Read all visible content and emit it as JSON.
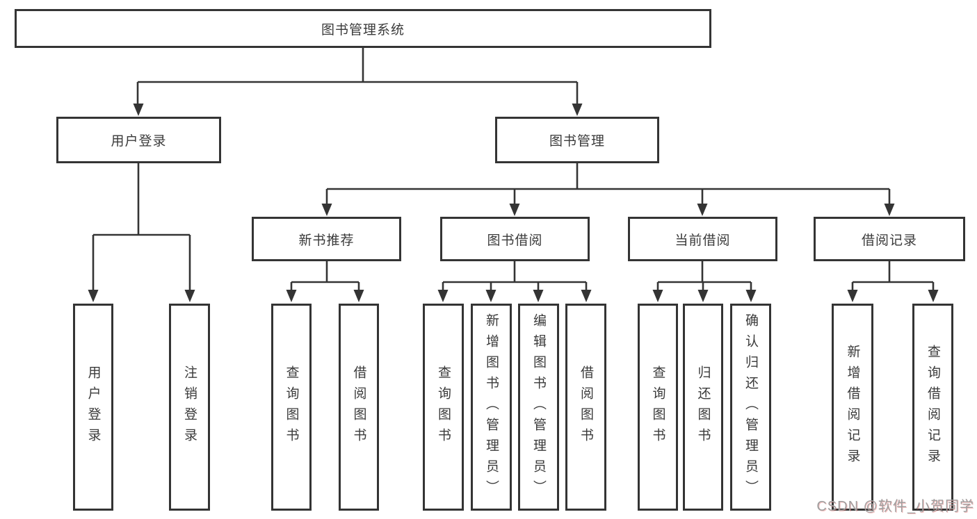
{
  "colors": {
    "line": "#343434",
    "text": "#3a3a3a",
    "watermark": "#9f9f9f"
  },
  "diagram": {
    "root": {
      "label": "图书管理系统"
    },
    "level2": [
      {
        "label": "用户登录"
      },
      {
        "label": "图书管理"
      }
    ],
    "level3": [
      {
        "label": "新书推荐"
      },
      {
        "label": "图书借阅"
      },
      {
        "label": "当前借阅"
      },
      {
        "label": "借阅记录"
      }
    ],
    "leaves": {
      "user_login": [
        {
          "label": "用户登录"
        },
        {
          "label": "注销登录"
        }
      ],
      "new_book": [
        {
          "label": "查询图书"
        },
        {
          "label": "借阅图书"
        }
      ],
      "book_borrow": [
        {
          "label": "查询图书"
        },
        {
          "label": "新增图书（管理员）"
        },
        {
          "label": "编辑图书（管理员）"
        },
        {
          "label": "借阅图书"
        }
      ],
      "current_borrow": [
        {
          "label": "查询图书"
        },
        {
          "label": "归还图书"
        },
        {
          "label": "确认归还（管理员）"
        }
      ],
      "borrow_record": [
        {
          "label": "新增借阅记录"
        },
        {
          "label": "查询借阅记录"
        }
      ]
    }
  },
  "watermark": {
    "text": "CSDN @软件_小贺同学"
  }
}
